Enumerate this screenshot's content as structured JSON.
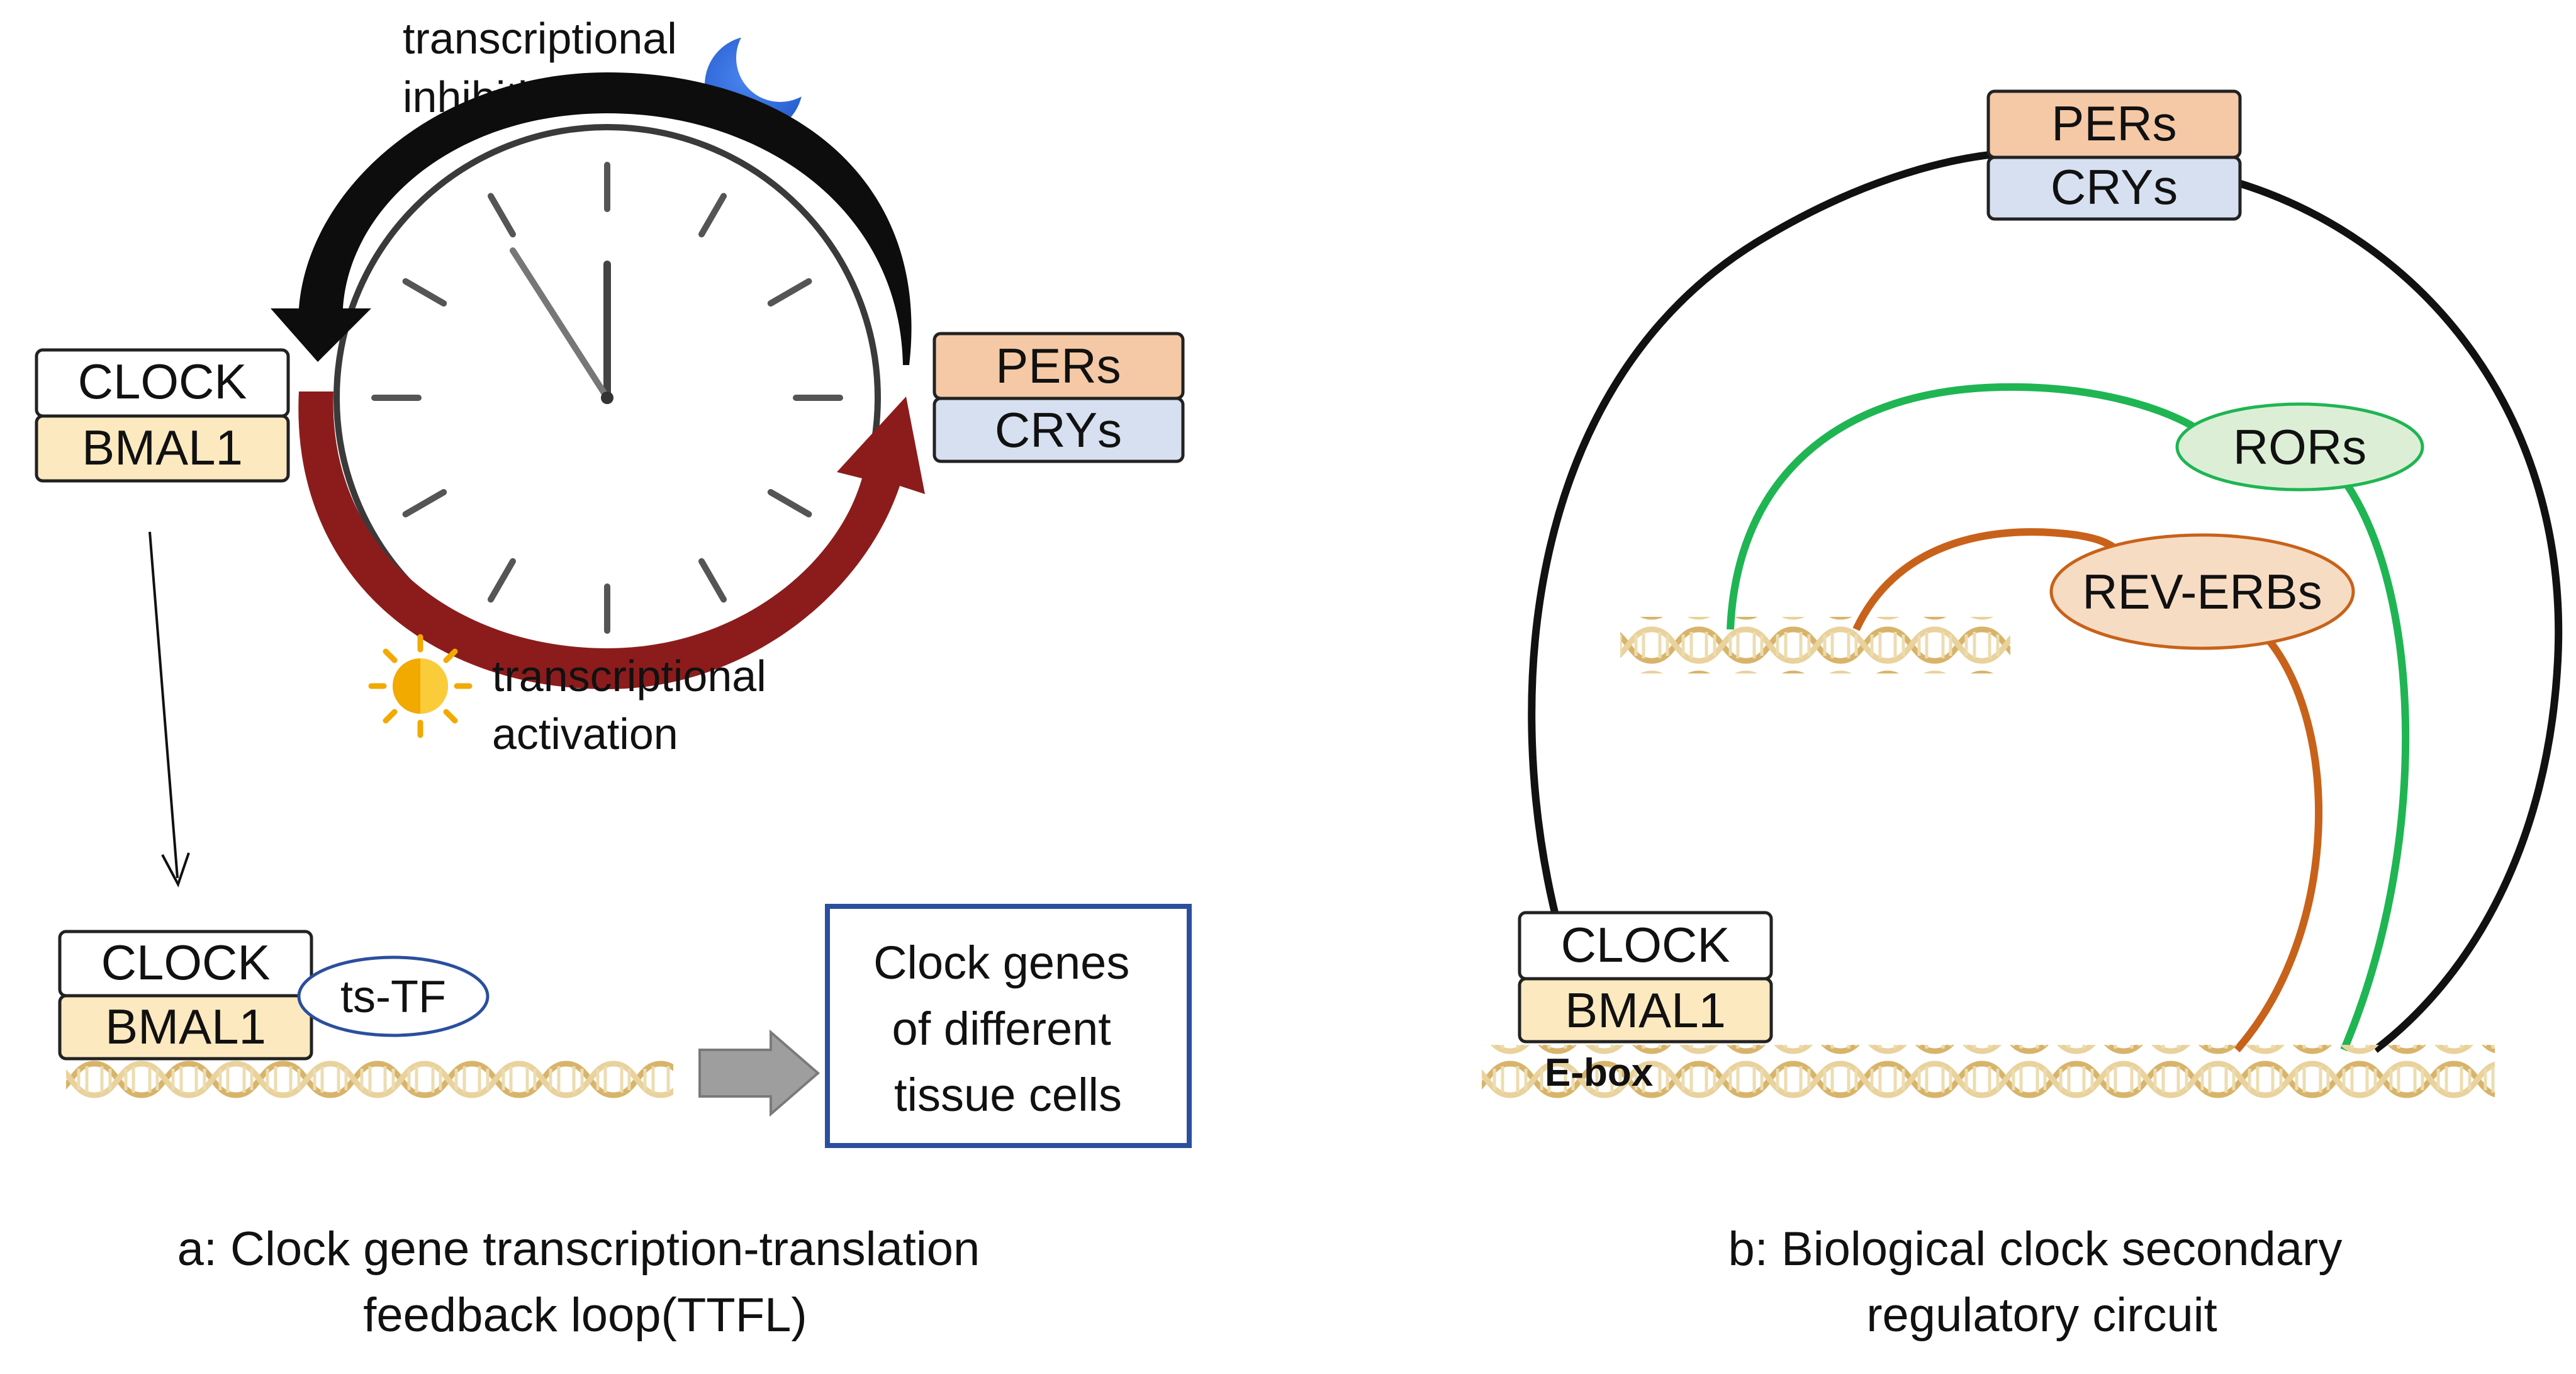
{
  "panel_a": {
    "inhibition_label": [
      "transcriptional",
      "inhibition"
    ],
    "activation_label": [
      "transcriptional",
      "activation"
    ],
    "clock_label": "CLOCK",
    "bmal1_label": "BMAL1",
    "pers_label": "PERs",
    "crys_label": "CRYs",
    "lower_clock_label": "CLOCK",
    "lower_bmal1_label": "BMAL1",
    "tstf_label": "ts-TF",
    "target_box_lines": [
      "Clock genes",
      "of different",
      "tissue cells"
    ],
    "caption_lines": [
      "a: Clock gene transcription-translation",
      "feedback loop(TTFL)"
    ]
  },
  "panel_b": {
    "pers_label": "PERs",
    "crys_label": "CRYs",
    "rors_label": "RORs",
    "reverbs_label": "REV-ERBs",
    "clock_label": "CLOCK",
    "bmal1_label": "BMAL1",
    "ebox_label": "E-box",
    "caption_lines": [
      "b: Biological clock secondary",
      "regulatory circuit"
    ]
  },
  "colors": {
    "pers_fill": "#f5c9a6",
    "crys_fill": "#d6e0f0",
    "bmal1_fill": "#fde9c0",
    "clock_fill": "#ffffff",
    "black_arrow": "#0d0d0d",
    "red_arrow": "#8c1c1c",
    "green_path": "#1fb553",
    "ror_fill": "#dcefd6",
    "orange_path": "#c8621a",
    "reverb_fill": "#f7dcc4",
    "moon": "#1f5fd8",
    "sun": "#f2a900",
    "target_border": "#2a4f9e",
    "gray_arrow": "#9e9e9e",
    "dna": "#e4c98a"
  }
}
